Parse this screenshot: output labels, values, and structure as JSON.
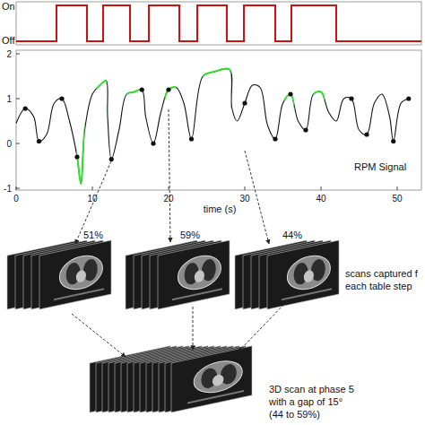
{
  "diagram": {
    "labels": [
      "On",
      "Off",
      "2",
      "1",
      "0",
      "-1",
      "0",
      "10",
      "20",
      "30",
      "40",
      "50",
      "time (s)",
      "RPM Signal",
      "51%",
      "59%",
      "44%",
      "scans captured f",
      "each table step",
      "3D scan at phase 5",
      "with a gap of 15°",
      "(44 to 59%)"
    ]
  }
}
